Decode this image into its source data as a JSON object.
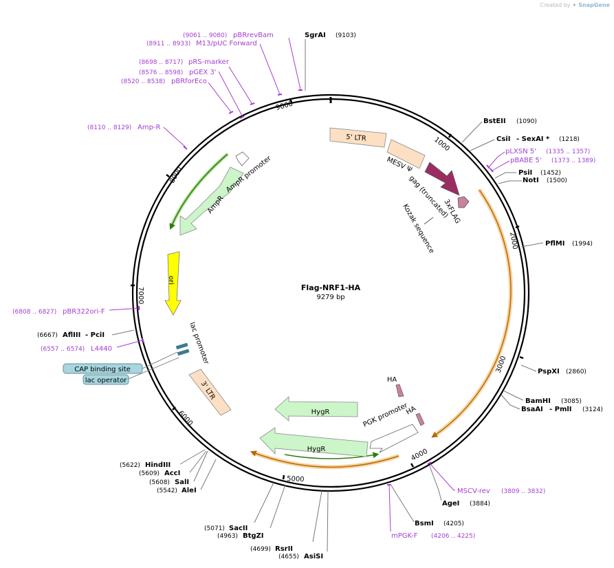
{
  "credit": {
    "prefix": "Created by",
    "brand": "SnapGene"
  },
  "plasmid": {
    "name": "Flag-NRF1-HA",
    "length_label": "9279 bp"
  },
  "ticks": [
    "1000",
    "2000",
    "3000",
    "4000",
    "5000",
    "6000",
    "7000",
    "8000",
    "9000"
  ],
  "features": [
    {
      "label": "5' LTR",
      "color": "#fde0c4"
    },
    {
      "label": "MESV Ψ",
      "color": "#fde0c4"
    },
    {
      "label": "gag (truncated)",
      "color": "#9b2d62"
    },
    {
      "label": "3xFLAG",
      "color": "#c9839e"
    },
    {
      "label": "Kozak sequence",
      "color": "#ffffff"
    },
    {
      "label": "AmpR",
      "color": "#ccf5c9"
    },
    {
      "label": "AmpR promoter",
      "color": "#ffffff"
    },
    {
      "label": "ori",
      "color": "#ffff00"
    },
    {
      "label": "lac promoter",
      "color": "#ffffff"
    },
    {
      "label": "3' LTR",
      "color": "#fde0c4"
    },
    {
      "label": "HygR",
      "color": "#ccf5c9"
    },
    {
      "label": "HygR",
      "color": "#ccf5c9"
    },
    {
      "label": "PGK promoter",
      "color": "#ffffff"
    },
    {
      "label": "HA",
      "color": "#c9839e"
    },
    {
      "label": "HA",
      "color": "#c9839e"
    }
  ],
  "boxed_labels": [
    {
      "label": "CAP binding site"
    },
    {
      "label": "lac operator"
    }
  ],
  "enzymes": [
    {
      "name": "SgrAI",
      "pos": "(9103)"
    },
    {
      "name": "BstEII",
      "pos": "(1090)"
    },
    {
      "name": "CsiI",
      "extra": "-  SexAI  *",
      "pos": "(1218)"
    },
    {
      "name": "PsiI",
      "pos": "(1452)"
    },
    {
      "name": "NotI",
      "pos": "(1500)"
    },
    {
      "name": "PflMI",
      "pos": "(1994)"
    },
    {
      "name": "PspXI",
      "pos": "(2860)"
    },
    {
      "name": "BamHI",
      "pos": "(3085)"
    },
    {
      "name": "BsaAI",
      "extra": "-  PmlI",
      "pos": "(3124)"
    },
    {
      "name": "AgeI",
      "pos": "(3884)"
    },
    {
      "name": "BsmI",
      "pos": "(4205)"
    },
    {
      "name": "AsiSI",
      "pos": "(4655)"
    },
    {
      "name": "RsrII",
      "pos": "(4699)"
    },
    {
      "name": "BtgZI",
      "pos": "(4963)"
    },
    {
      "name": "SacII",
      "pos": "(5071)"
    },
    {
      "name": "AleI",
      "pos": "(5542)"
    },
    {
      "name": "SalI",
      "pos": "(5608)"
    },
    {
      "name": "AccI",
      "pos": "(5609)"
    },
    {
      "name": "HindIII",
      "pos": "(5622)"
    },
    {
      "name": "AflIII",
      "extra": "-  PciI",
      "pos": "(6667)"
    }
  ],
  "primers": [
    {
      "name": "pBRrevBam",
      "range": "(9061 .. 9080)"
    },
    {
      "name": "M13/pUC Forward",
      "range": "(8911 .. 8933)"
    },
    {
      "name": "pRS-marker",
      "range": "(8698 .. 8717)"
    },
    {
      "name": "pGEX 3'",
      "range": "(8576 .. 8598)"
    },
    {
      "name": "pBRforEco",
      "range": "(8520 .. 8538)"
    },
    {
      "name": "Amp-R",
      "range": "(8110 .. 8129)"
    },
    {
      "name": "pLXSN 5'",
      "range": "(1335 .. 1357)"
    },
    {
      "name": "pBABE 5'",
      "range": "(1373 .. 1389)"
    },
    {
      "name": "pBR322ori-F",
      "range": "(6808 .. 6827)"
    },
    {
      "name": "L4440",
      "range": "(6557 .. 6574)"
    },
    {
      "name": "MSCV-rev",
      "range": "(3809 .. 3832)"
    },
    {
      "name": "mPGK-F",
      "range": "(4206 .. 4225)"
    }
  ]
}
